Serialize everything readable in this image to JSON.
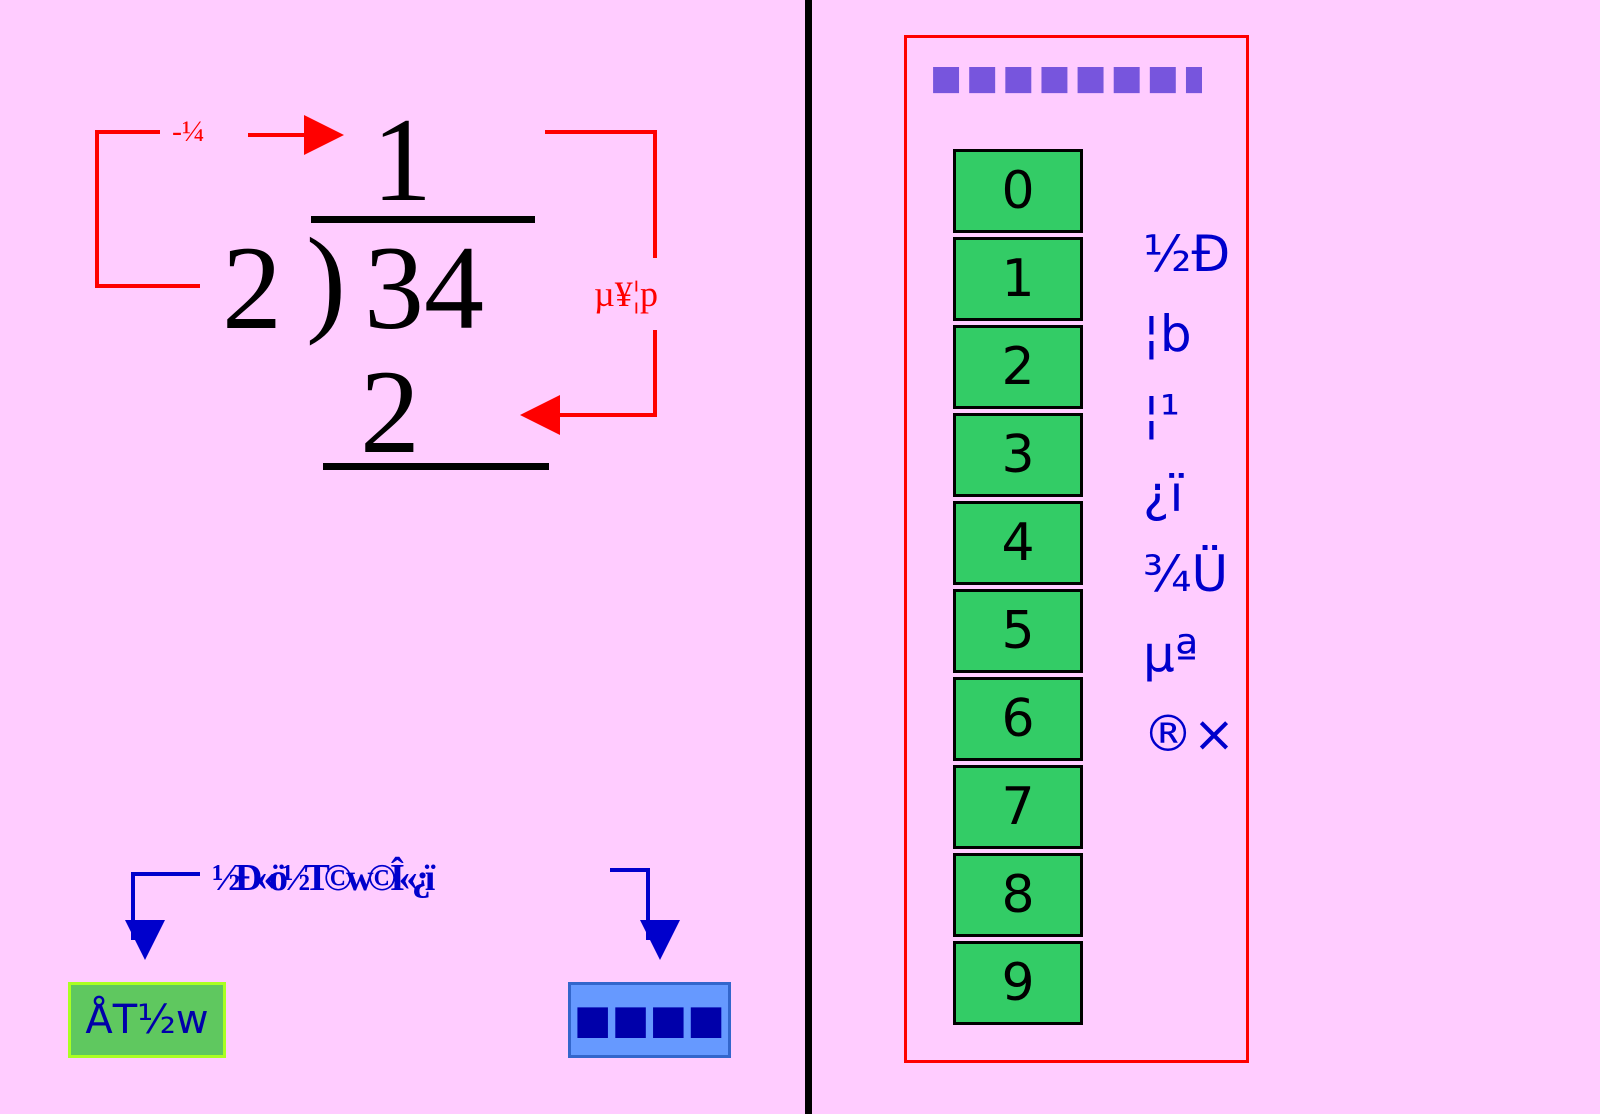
{
  "division": {
    "quotient": "1",
    "divisor": "2",
    "bracket": ")",
    "dividend": "34",
    "product": "2",
    "step_top_label": "-¼",
    "step_right_label": "µ¥¦p"
  },
  "hint": {
    "text": "½Ð«ö½T©w©Î­«¿ï"
  },
  "buttons": {
    "left_label": "ÅT½w",
    "right_label": "■■■■"
  },
  "keypad": {
    "title": "■■■■■■■■",
    "keys": [
      "0",
      "1",
      "2",
      "3",
      "4",
      "5",
      "6",
      "7",
      "8",
      "9"
    ],
    "side_labels": [
      "½Ð",
      "¦b",
      "¦¹",
      "¿ï",
      "¾Ü",
      "µª",
      "®×"
    ]
  },
  "colors": {
    "background": "#ffccff",
    "key": "#33cc66",
    "accent_red": "#ff0000",
    "accent_blue": "#0000cc"
  }
}
